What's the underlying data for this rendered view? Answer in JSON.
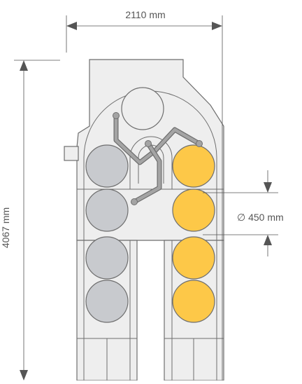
{
  "dimensions": {
    "width_label": "2110 mm",
    "height_label": "4067 mm",
    "diameter_label": "∅ 450 mm"
  },
  "colors": {
    "outline": "#6e6e6e",
    "body_fill": "#eeeeee",
    "dimension_line": "#555555",
    "left_circle_fill": "#c8cace",
    "right_circle_fill": "#fdc848",
    "arm_fill": "#9a9a9a",
    "background": "#ffffff"
  }
}
